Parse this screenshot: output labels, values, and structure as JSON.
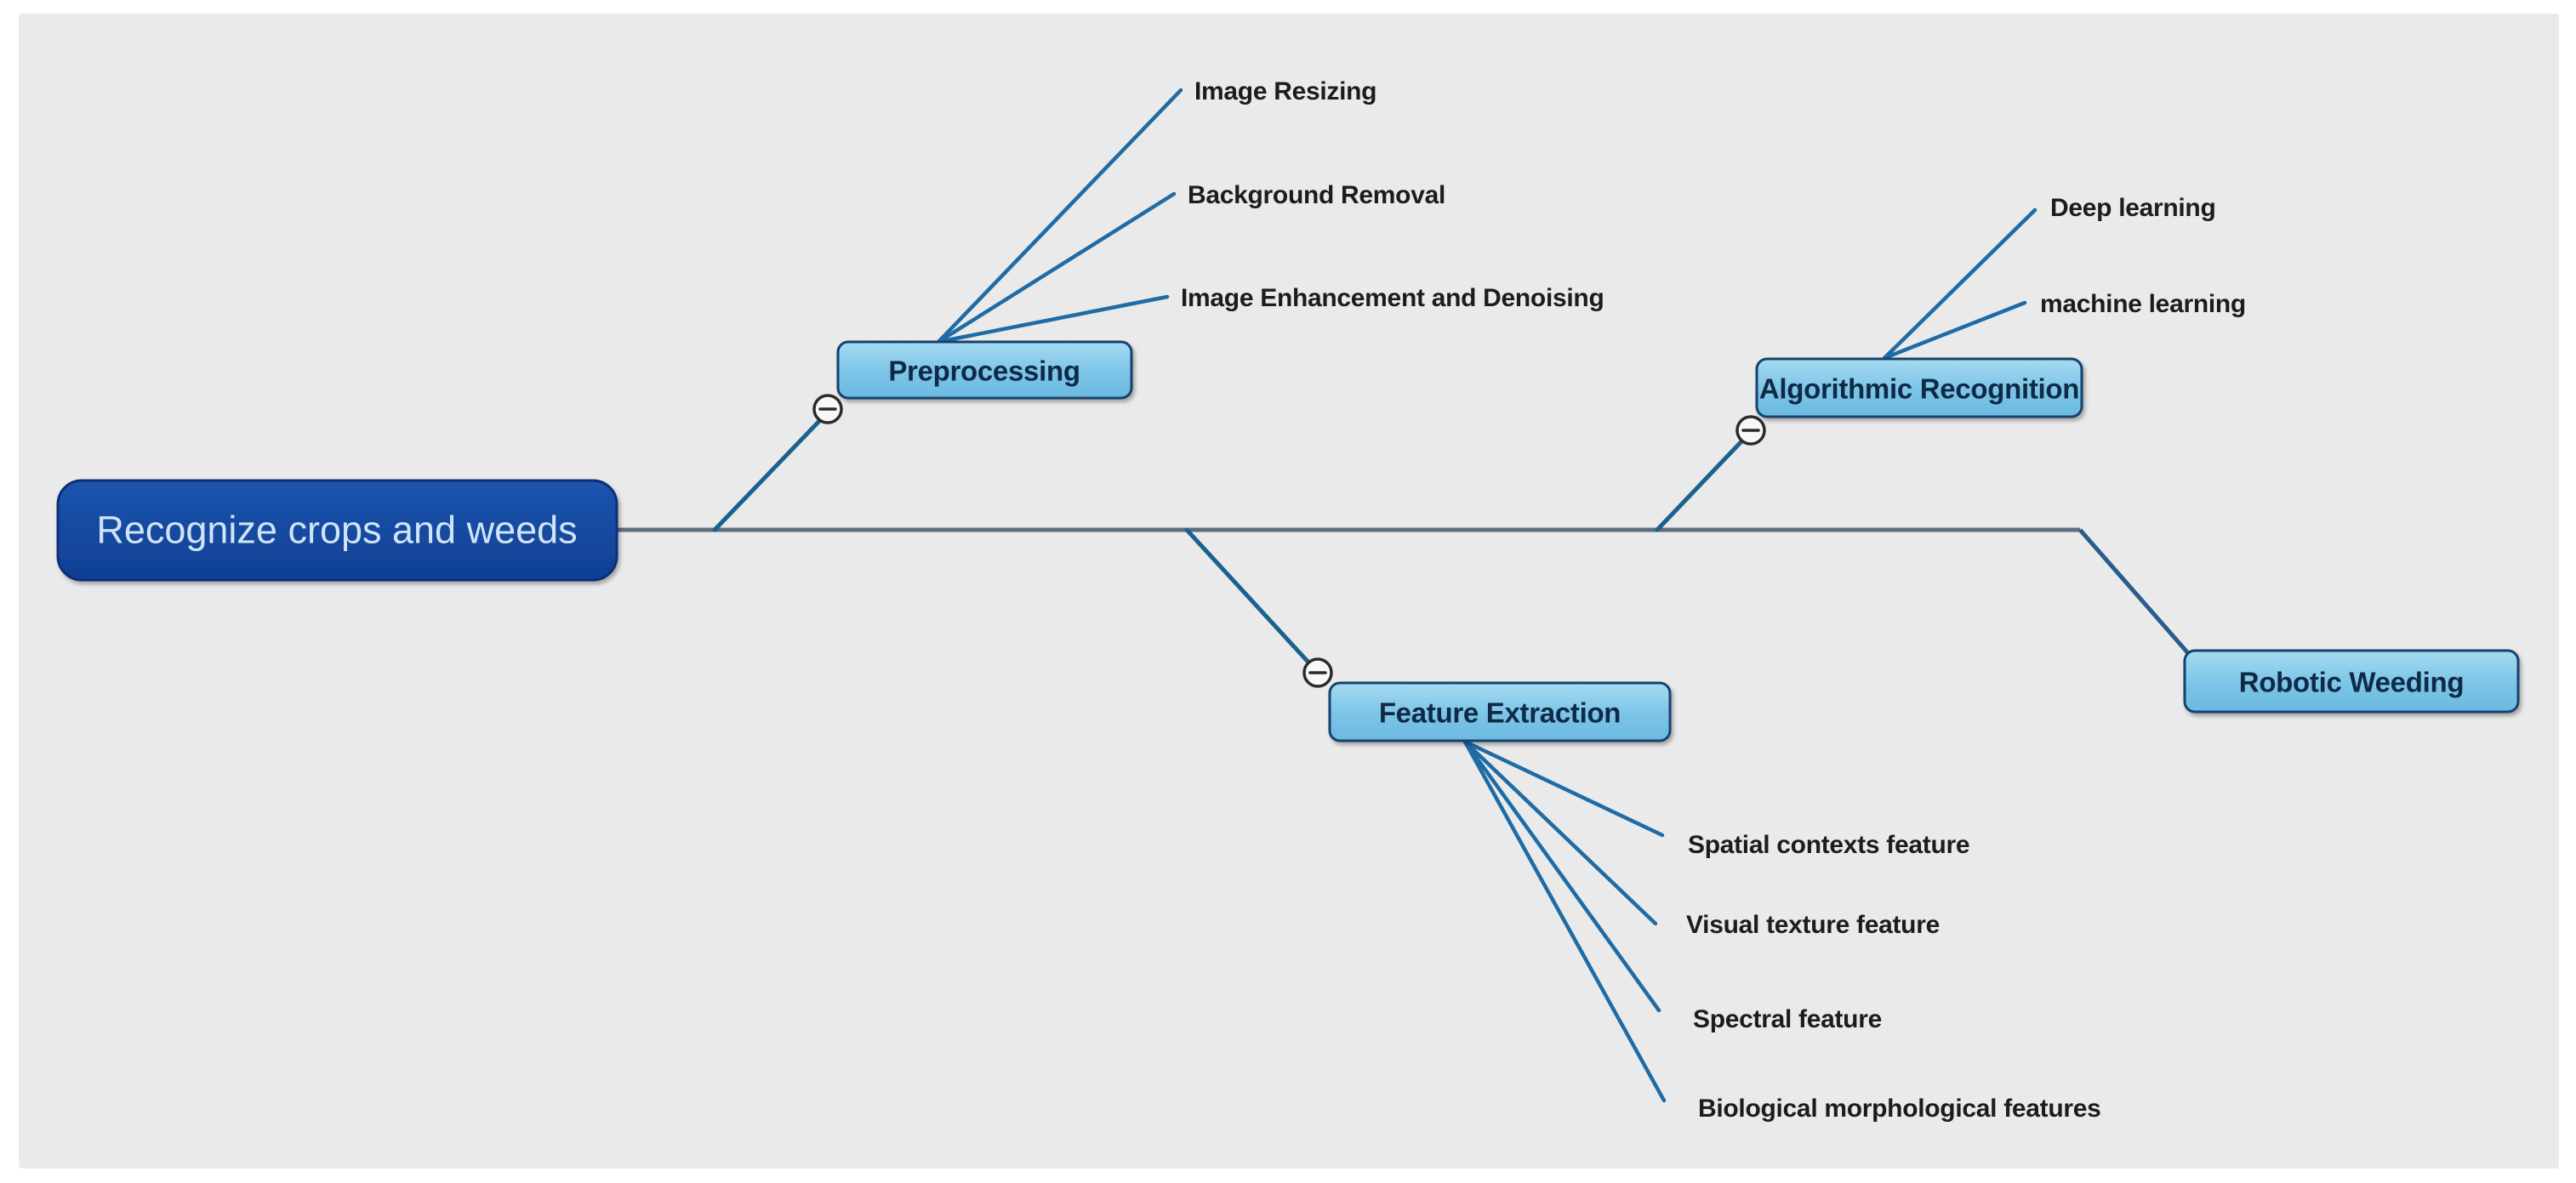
{
  "mindmap": {
    "root": {
      "label": "Recognize crops and weeds"
    },
    "branches": [
      {
        "label": "Preprocessing",
        "collapse_icon": "minus-circle",
        "children": [
          {
            "label": "Image Resizing"
          },
          {
            "label": "Background Removal"
          },
          {
            "label": "Image Enhancement and Denoising"
          }
        ]
      },
      {
        "label": "Feature Extraction",
        "collapse_icon": "minus-circle",
        "children": [
          {
            "label": "Spatial contexts feature"
          },
          {
            "label": "Visual texture feature"
          },
          {
            "label": "Spectral feature"
          },
          {
            "label": "Biological morphological features"
          }
        ]
      },
      {
        "label": "Algorithmic Recognition",
        "collapse_icon": "minus-circle",
        "children": [
          {
            "label": "Deep learning"
          },
          {
            "label": "machine learning"
          }
        ]
      },
      {
        "label": "Robotic Weeding",
        "children": []
      }
    ],
    "colors": {
      "page_bg": "#ffffff",
      "canvas_bg": "#eaeaea",
      "root_fill": "#12449e",
      "root_text": "#cfe4f6",
      "node_fill_top": "#a6daf1",
      "node_fill_bottom": "#6cb9e0",
      "node_border": "#15426e",
      "node_text": "#0e2a47",
      "trunk_line": "#5d6e80",
      "branch_line": "#19618f",
      "leaf_line": "#1e6ba6",
      "leaf_text": "#1c1c1c"
    }
  }
}
